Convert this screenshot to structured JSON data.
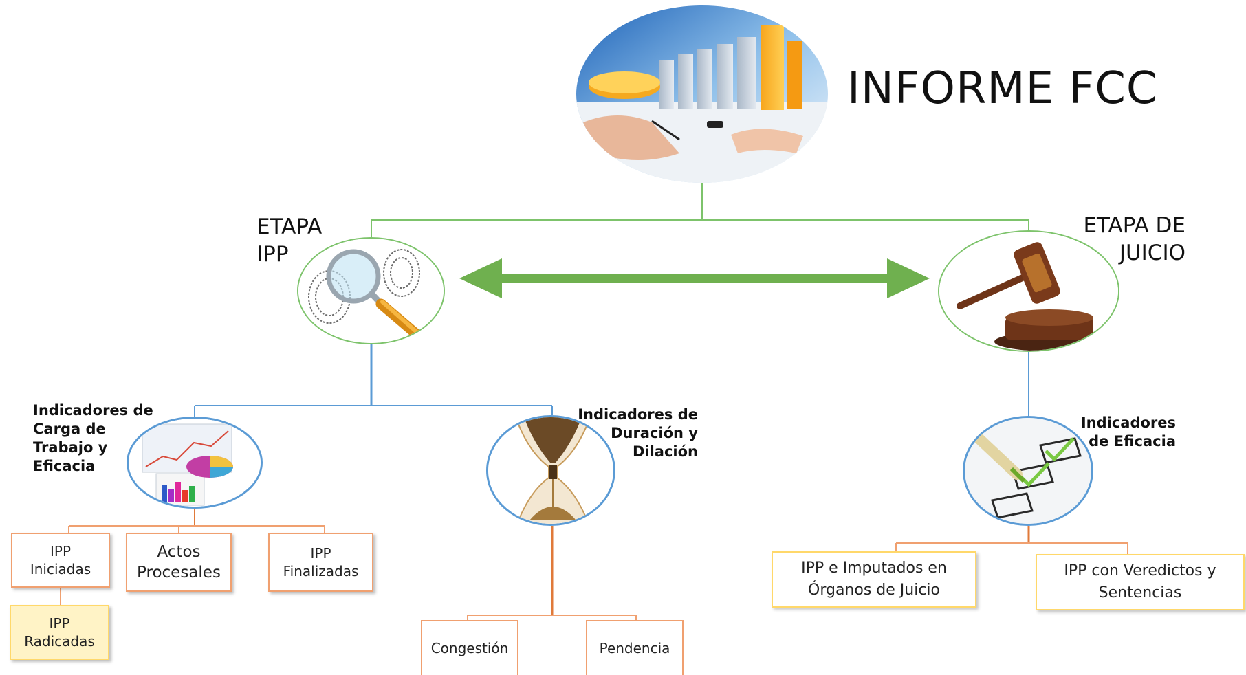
{
  "title": "INFORME FCC",
  "stages": {
    "ipp": {
      "label_line1": "ETAPA",
      "label_line2": "IPP"
    },
    "juicio": {
      "label_line1": "ETAPA DE",
      "label_line2": "JUICIO"
    }
  },
  "indicators": {
    "carga": [
      "Indicadores de",
      "Carga de",
      "Trabajo y",
      "Eficacia"
    ],
    "duracion": [
      "Indicadores de",
      "Duración y",
      "Dilación"
    ],
    "eficacia": [
      "Indicadores",
      "de Eficacia"
    ]
  },
  "boxes": {
    "ipp_iniciadas": [
      "IPP",
      "Iniciadas"
    ],
    "actos_procesales": [
      "Actos",
      "Procesales"
    ],
    "ipp_finalizadas": [
      "IPP",
      "Finalizadas"
    ],
    "ipp_radicadas": [
      "IPP",
      "Radicadas"
    ],
    "congestion": "Congestión",
    "pendencia": "Pendencia",
    "ipp_imputados": [
      "IPP e Imputados en",
      "Órganos de Juicio"
    ],
    "ipp_veredictos": [
      "IPP con Veredictos y",
      "Sentencias"
    ]
  },
  "colors": {
    "green": "#7dc36b",
    "arrow_green": "#6fb04f",
    "blue": "#5b9bd5",
    "orange": "#f0a070",
    "orange_line": "#e07a3a",
    "yellow": "#ffd86a"
  }
}
